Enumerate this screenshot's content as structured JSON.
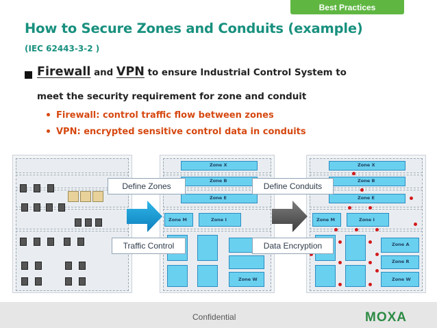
{
  "badge": "Best Practices",
  "title": "How to Secure Zones and Conduits (example)",
  "subtitle": "(IEC 62443-3-2 )",
  "bullet": {
    "firewall": "Firewall",
    "and": " and ",
    "vpn": "VPN",
    "rest": " to ensure Industrial Control System to",
    "line2": "meet the security requirement for zone and conduit"
  },
  "subs": [
    "Firewall: control traffic flow between zones",
    "VPN: encrypted sensitive control data in conduits"
  ],
  "labels": {
    "define_zones": "Define Zones",
    "traffic_control": "Traffic Control",
    "define_conduits": "Define Conduits",
    "data_encryption": "Data Encryption"
  },
  "zones": {
    "x": "Zone X",
    "b": "Zone B",
    "e": "Zone E",
    "m": "Zone M",
    "i": "Zone I",
    "a": "Zone A",
    "r": "Zone R",
    "w": "Zone W"
  },
  "footer": {
    "confidential": "Confidential",
    "logo": "MOXA"
  },
  "colors": {
    "title": "#18907e",
    "accent": "#d64810",
    "badge": "#5fb742",
    "logo": "#2c8b44"
  }
}
